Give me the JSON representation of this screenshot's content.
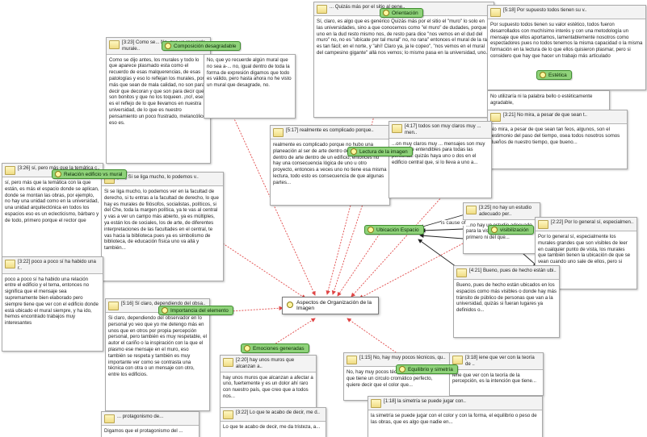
{
  "central": {
    "label": "Aspectos de Organización de la Imagen"
  },
  "codes": {
    "composicion": "Composición desagradable",
    "orientacion": "Orientación",
    "estetica": "Estética",
    "lectura": "Lectura de la imagen",
    "relacion": "Relación edificio vs mural",
    "ubicacion": "Ubicación Espacio",
    "visibilizacion": "visibilización",
    "importancia": "Importancia del elemento",
    "emociones": "Emociones generadas",
    "equilibrio": "Equilibrio y simetría"
  },
  "edge_labels": {
    "is_cause_of": "is cause of"
  },
  "quotes": {
    "q323": {
      "title": "[3:23] Como se... No, que yo recuerde murale..",
      "body": "Como se dijo antes, los murales y todo lo que aparece plasmado esta como el recuerdo de esas malquerencias, de esas patologías y eso lo reflejan los murales, por más que sean de mala calidad, no son para decir que decoran y que son para decir que son bonitos y que no los toqueen. ¡no!, ese es el reflejo de lo que llevamos en nuestra universidad, de lo que es nuestro pensamiento un poco frustrado, melancólico, eso es."
    },
    "qrecuerdo": {
      "title": "",
      "body": "No, que yo recuerde algún mural que no sea a-... no, igual dentro de toda la forma de expresión digamos que todo es válido, pero hasta ahora no he visto un mural que desagrade, no."
    },
    "qorient": {
      "title": "... Quizás más por el sitio al gene..",
      "body": "Sí, claro, es algo que es genérico Quizás más por el sitio el \"muro\" lo solo en las universidades, sino a que conocemos como \"el muro\" de dudades, porque uno en la dud resto mismo nos, de resto para dice \"nos vemos en el dud del muro\" no, no es \"ubícate por tal mural\" no, no rana\" entonces el mural de la ra es tan fácil; en el norte, y \"ahí! Claro ya, ja le copeo\", \"nos vemos en el mural del campesino gigante\" allá nos vemos; lo mismo pasa en la universidad, uno..."
    },
    "q518": {
      "title": "[5:18] Por supuesto todos tienen su v..",
      "body": "Por supuesto todos tienen su valor estético, todos fueron desarrollados con muchísimo interés y con una metodología un mensaje que ellos aportamos, lamentablemente nosotros como espectadores pues no todos tenemos la misma capacidad o la misma formación en la lectura de lo que ellos quisieron plasmar, pero si considero que hay que hacer un trabajo más articulado"
    },
    "qnoutil": {
      "title": "",
      "body": "No utilizaría ni la palabra bello o estéticamente agradable,"
    },
    "q321": {
      "title": "[3:21] No mira, a pesar de que sean t..",
      "body": "No mira, a pesar de que sean tan feos, algunos, son el testimonio del paso del tiempo, osea todos nosotros somos dueños de nuestro tiempo, que bueno..."
    },
    "q517": {
      "title": "[5:17] realmente es complicado porque..",
      "body": "realmente es complicado porque no hubo una planeación al ser de arte dentro de un mundo dentro de arte dentro de un edificio, entonces no hay una consecuencia lógica de uno u otro proyecto, entonces a veces uno no tiene esa misma lectura, todo esto es consecuencia de que algunas partes..."
    },
    "q417": {
      "title": "[4:17] todos son muy claros muy ... men..",
      "body": "...on muy claros muy ... mensajes son muy facilmente entendibles para todas las personas. quizás haya uno o dos en el edificio central que, si lo lleva a uno a..."
    },
    "q326": {
      "title": "[3:26] sí, pero más que la temática c..",
      "body": "sí, pero más que la temática con la que están, es más el espacio donde se aplican, donde se montan las obras, por ejemplo, no hay una unidad como en la universidad, una unidad arquitectónica en todos los espacios eso es un eclecticismo, bárbaro y de todo, primero porque el rector que"
    },
    "q24": {
      "title": "[2:4] Si se liga mucho, lo podemos v..",
      "body": "Si se liga mucho, lo podemos ver en la facultad de derecho, si tu entras a la facultad de derecho, lo que hay es murales de filósofos, socialistas, políticos, si del Che, toda la margen política, ya te vas al central y vas a ver un campo más abierto, ya es múltiples, ya están los de sociales, los de arte, de diferentes interpretaciones de las facultades en el central, te vas hacia la biblioteca pues ya es simbolismo de biblioteca, de educación física uno va allá y también..."
    },
    "q322": {
      "title": "[3:22] poco a poco sí ha habido una r..",
      "body": "poco a poco sí ha habido una relación entre el edificio y el tema, entonces no significa que el mensaje sea supremamente bien elaborado pero siempre tiene que ver con el edificio donde está ubicado el mural siempre, y ha ido, hemos encontrado trabajos muy interesantes"
    },
    "q325": {
      "title": "[3:25] no hay un estudio adecuado per..",
      "body": "...no hay un estudio adecuado para la visibilización del mural, primero ni del que..."
    },
    "q222": {
      "title": "[2:22] Por lo general sí, especialmen..",
      "body": "Por lo general sí, especialmente los murales grandes que son visibles de leer en cualquier punto de vista, los murales que también tienen la ubicación de que se vean cuando uno sale de ellos, pero si todos..."
    },
    "q421": {
      "title": "[4:21] Bueno, pues de hecho están ubi..",
      "body": "Bueno, pues de hecho están ubicados en los espacios como más visibles o donde hay más tránsito de público de personas que van a la universidad, quizás si fueran lugares ya definidos o..."
    },
    "q516": {
      "title": "[5:16] Sí claro, dependiendo del obsa..",
      "body": "Si claro, dependiendo del observador en lo personal yo veo que yo me detengo más en unos que en otros por propia percepción personal, pero también es muy respetable, el autor el cariño o la inspiración con la que el plasmo ese mensaje en el muro, eso también se respeta y también es muy importante ver como se contrasta una técnica con otra o un mensaje con otro, entre los edificios."
    },
    "qprotag": {
      "title": "... protagonismo de...",
      "body": "Digamos que el protagonismo del ... "
    },
    "q220": {
      "title": "[2:20] hay unos muros que alcanzan a..",
      "body": "hay unos muros que alcanzan a afectar a uno, fuertemente y es un dolor ahí raro con nuestro país, que creo que a todos nos..."
    },
    "q322b": {
      "title": "[3:22] Lo que te acabo de decir, me d..",
      "body": "Lo que te acabo de decir, me da tristeza, a..."
    },
    "q115": {
      "title": "[1:15] No, hay muy pocos técnicos, qu..",
      "body": "No, hay muy pocos técnicos, que ... uno vea que tiene un circulo cromático perfecto, quiere decir que el color que..."
    },
    "q318": {
      "title": "[3:18] iene que ver con la teoría de ..",
      "body": "iene que ver con la teoría de la percepción, es la intención que tiene..."
    },
    "q118": {
      "title": "[1:18] la simetría se puede jugar con..",
      "body": "la simetría se puede jugar con el color y con la forma, el equilibrio o peso de las obras, que es algo que nadie en..."
    }
  }
}
